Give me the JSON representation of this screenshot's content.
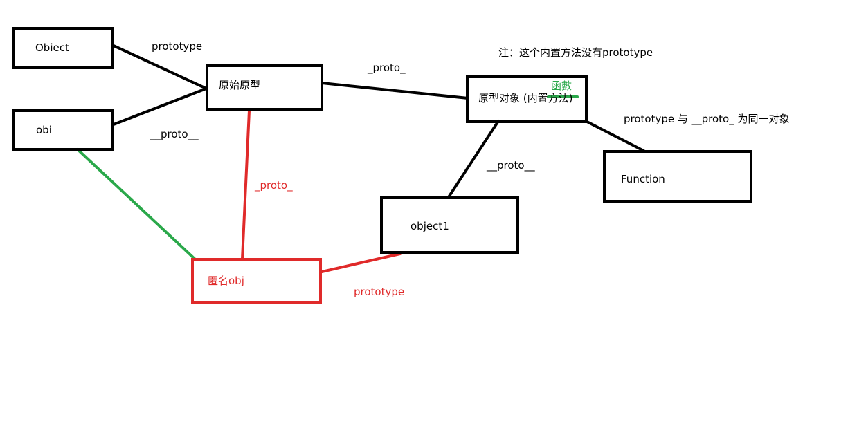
{
  "colors": {
    "black": "#000000",
    "red": "#e02a2a",
    "green": "#2aa84a"
  },
  "nodes": {
    "object": "Obiect",
    "obj": "obi",
    "original_prototype": "原始原型",
    "prototype_object": "原型对象 (内置方法)",
    "function": "Function",
    "object1": "object1",
    "anonymous_obj": "匿名obj"
  },
  "edge_labels": {
    "object_prototype": "prototype",
    "obj_proto": "__proto__",
    "original_proto": "_proto_",
    "red_proto": "_proto_",
    "object1_proto": "__proto__",
    "red_prototype": "prototype",
    "function_note": "prototype  与  __proto_  为同一对象",
    "green_func": "函數"
  },
  "notes": {
    "top_note": "注：这个内置方法没有prototype"
  }
}
